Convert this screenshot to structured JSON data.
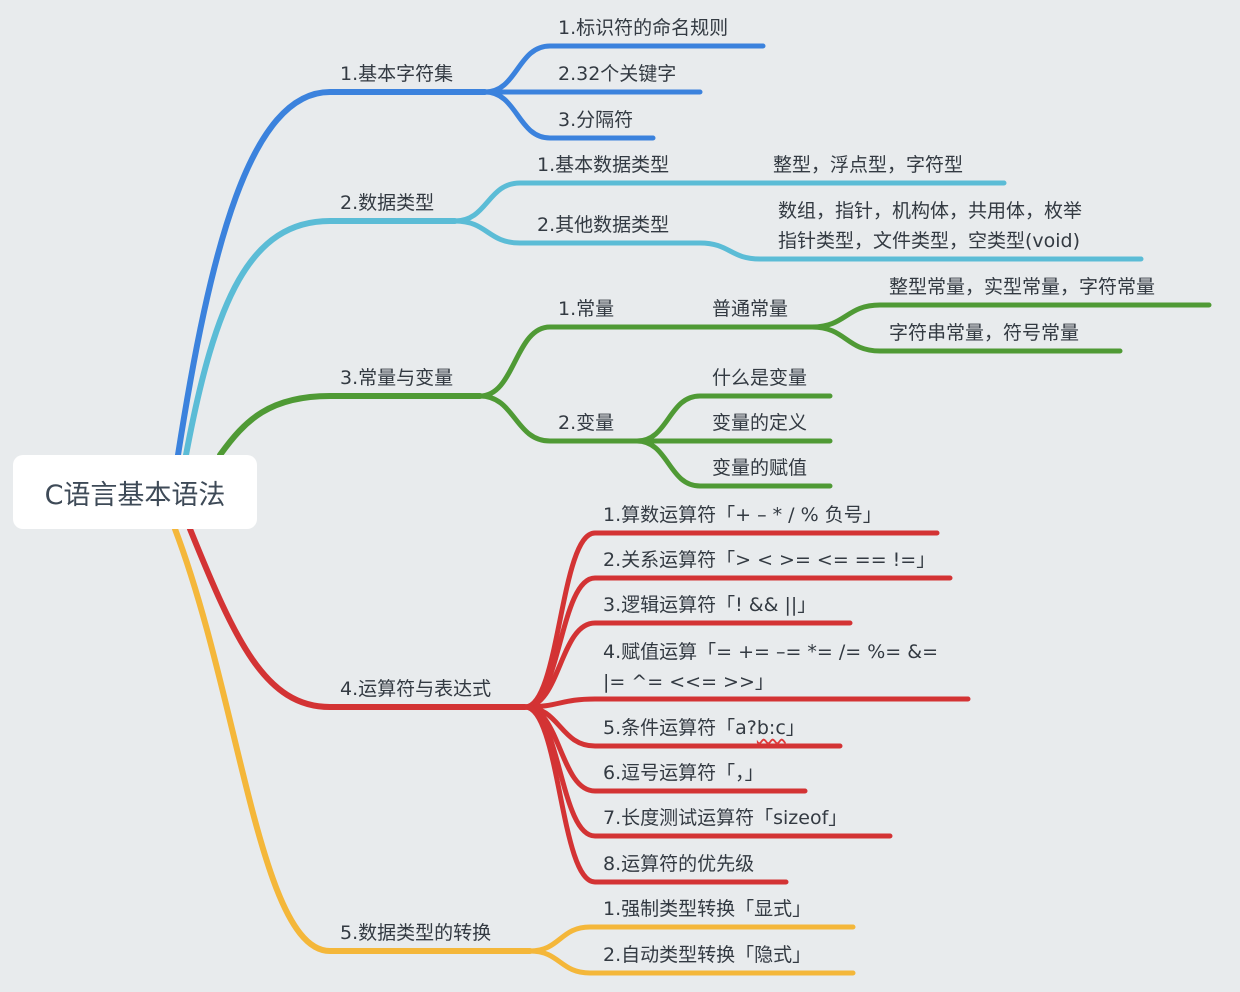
{
  "root": {
    "label": "C语言基本语法"
  },
  "colors": {
    "blue": "#3b82dd",
    "cyan": "#5bbcd6",
    "green": "#4f9a35",
    "red": "#d33334",
    "yellow": "#f4b73a"
  },
  "branches": {
    "b1": {
      "label": "1.基本字符集",
      "children": [
        "1.标识符的命名规则",
        "2.32个关键字",
        "3.分隔符"
      ]
    },
    "b2": {
      "label": "2.数据类型",
      "c1": {
        "label": "1.基本数据类型",
        "detail": "整型，浮点型，字符型"
      },
      "c2": {
        "label": "2.其他数据类型",
        "detail_line1": "数组，指针，机构体，共用体，枚举",
        "detail_line2": "指针类型，文件类型，空类型(void)"
      }
    },
    "b3": {
      "label": "3.常量与变量",
      "c1": {
        "label": "1.常量",
        "sub": "普通常量",
        "leaves": [
          "整型常量，实型常量，字符常量",
          "字符串常量，符号常量"
        ]
      },
      "c2": {
        "label": "2.变量",
        "leaves": [
          "什么是变量",
          "变量的定义",
          "变量的赋值"
        ]
      }
    },
    "b4": {
      "label": "4.运算符与表达式",
      "children": [
        "1.算数运算符「+ – * / % 负号」",
        "2.关系运算符「> < >= <= == !=」",
        "3.逻辑运算符「! && ||」",
        "4.赋值运算「= += –= *= /= %= &=",
        "5.条件运算符「a?b:c」",
        "6.逗号运算符「，」",
        "7.长度测试运算符「sizeof」",
        "8.运算符的优先级"
      ],
      "assign_line2": "|= ^= <<= >>」",
      "cond_prefix": "5.条件运算符「a?",
      "cond_mark": "b:c",
      "cond_suffix": "」"
    },
    "b5": {
      "label": "5.数据类型的转换",
      "children": [
        "1.强制类型转换「显式」",
        "2.自动类型转换「隐式」"
      ]
    }
  }
}
